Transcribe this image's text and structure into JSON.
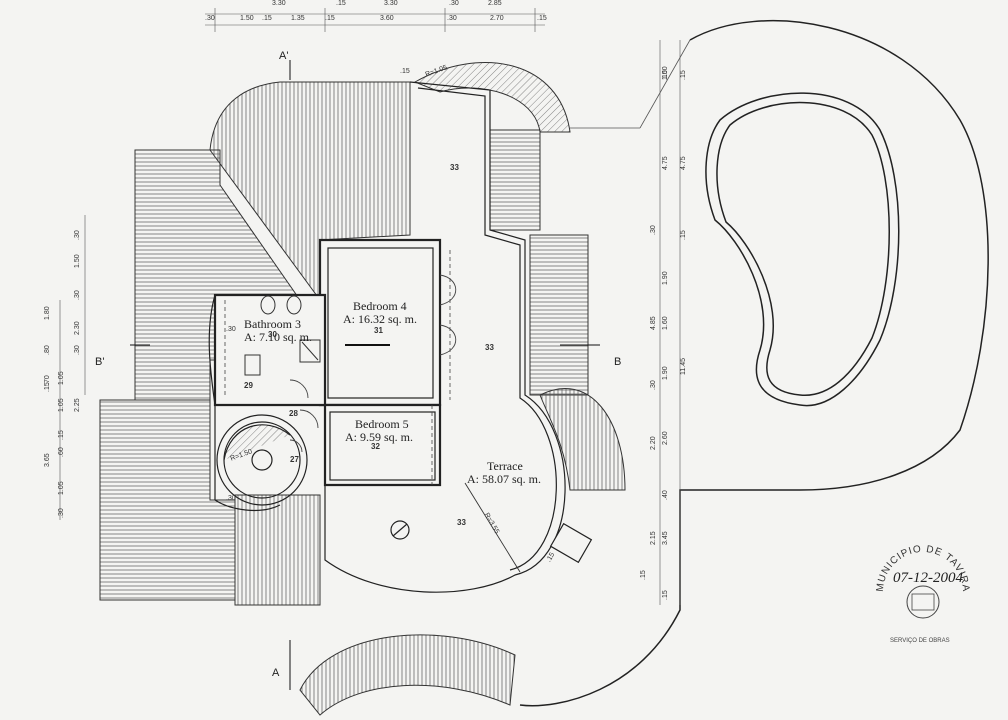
{
  "rooms": {
    "bathroom3": {
      "name": "Bathroom 3",
      "area": "A: 7.10 sq. m."
    },
    "bedroom4": {
      "name": "Bedroom 4",
      "area": "A: 16.32 sq. m."
    },
    "bedroom5": {
      "name": "Bedroom 5",
      "area": "A: 9.59 sq. m."
    },
    "terrace": {
      "name": "Terrace",
      "area": "A: 58.07 sq. m."
    }
  },
  "levels": {
    "l33a": "33",
    "l33b": "33",
    "l33c": "33",
    "l31": "31",
    "l30": "30",
    "l29": "29",
    "l28": "28",
    "l32": "32",
    "l27": "27"
  },
  "section_marks": {
    "a_top": "A'",
    "a_bottom": "A",
    "b_left": "B'",
    "b_right": "B"
  },
  "top_dims_row1": [
    "3.30",
    ".15",
    "3.30",
    ".30",
    "2.85"
  ],
  "top_dims_row2": [
    ".30",
    "1.50",
    ".15",
    "1.35",
    ".15",
    "3.60",
    ".30",
    "2.70",
    ".15"
  ],
  "left_dims": [
    ".30",
    "1.50",
    ".30",
    "1.80",
    "2.30",
    ".80",
    ".30",
    ".70",
    "1.05",
    ".15",
    "1.05",
    "2.25",
    "3.65",
    ".15",
    ".60",
    "1.05",
    ".30"
  ],
  "right_dims": [
    ".15",
    "1.00",
    ".15",
    "4.75",
    "4.75",
    ".30",
    ".15",
    "1.90",
    "4.85",
    "1.60",
    "11.45",
    "1.90",
    ".30",
    "2.60",
    "2.20",
    ".40",
    "2.15",
    "3.45",
    ".15",
    ".15"
  ],
  "radii": {
    "stair_top": "R=1.05",
    "stair_inner": "R=1.50",
    "terrace": "R=3.55"
  },
  "misc": {
    "t15a": ".15",
    "t15b": ".15",
    "t30": ".30",
    "t30b": ".30"
  },
  "stamp": {
    "ring_text": "MUNICIPIO DE TAVIRA",
    "handwriting": "07-12-2004",
    "dept": "SERVIÇO DE OBRAS"
  }
}
